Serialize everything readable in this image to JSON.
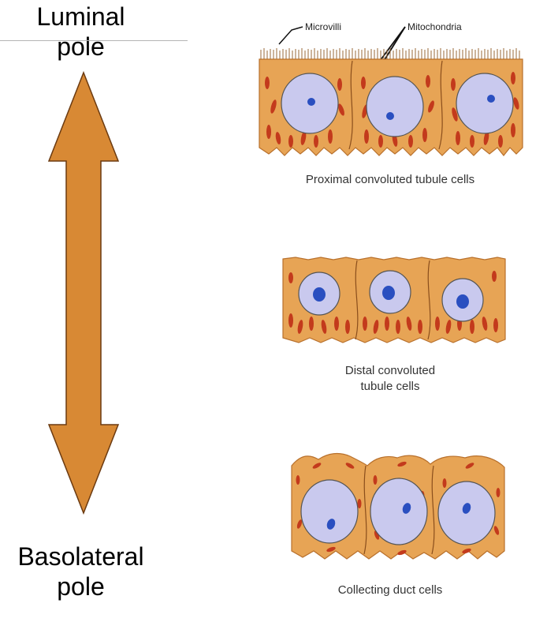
{
  "poles": {
    "luminal_line1": "Luminal",
    "luminal_line2": "pole",
    "basolateral_line1": "Basolateral",
    "basolateral_line2": "pole"
  },
  "labels": {
    "microvilli": "Microvilli",
    "mitochondria": "Mitochondria"
  },
  "captions": {
    "proximal": "Proximal convoluted tubule cells",
    "distal_line1": "Distal convoluted",
    "distal_line2": "tubule cells",
    "collecting": "Collecting duct cells"
  },
  "colors": {
    "arrow": "#d88934",
    "cell": "#e7a455",
    "cell_border": "#b8702c",
    "mitochondria": "#c33a1c",
    "nucleus": "#c9c9ee",
    "nucleolus": "#2a4fc0"
  }
}
